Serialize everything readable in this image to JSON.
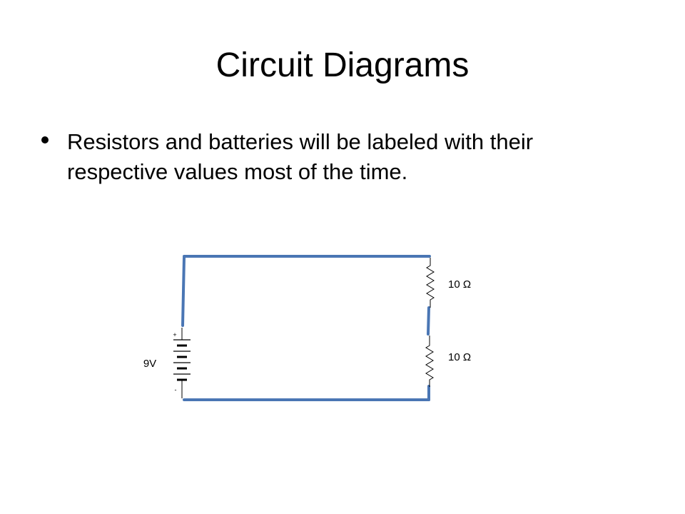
{
  "slide": {
    "title": "Circuit Diagrams",
    "bullets": [
      "Resistors and batteries will be labeled with their respective values most of the time."
    ]
  },
  "circuit": {
    "battery": {
      "label": "9V",
      "positive": "+",
      "negative": "-"
    },
    "resistors": [
      {
        "label": "10 Ω"
      },
      {
        "label": "10 Ω"
      }
    ],
    "colors": {
      "wire": "#4a76b4",
      "component": "#000000"
    }
  }
}
